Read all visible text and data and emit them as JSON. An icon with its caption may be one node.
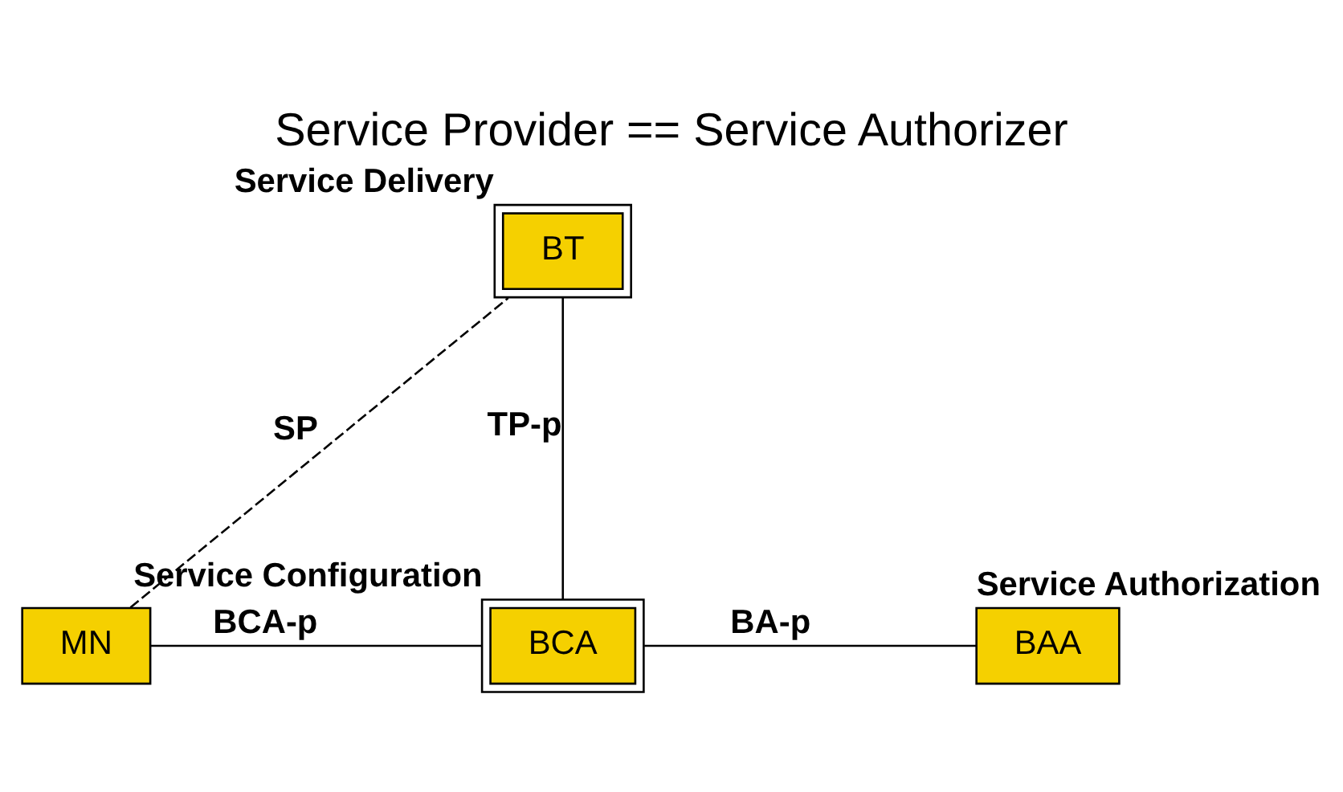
{
  "diagram": {
    "title": "Service Provider == Service Authorizer",
    "nodes": [
      {
        "text": [
          "BT"
        ],
        "beside": [
          "Service Delivery"
        ]
      },
      {
        "text": [
          "MN"
        ]
      },
      {
        "text": [
          "BCA"
        ],
        "beside": [
          "Service Configuration"
        ]
      },
      {
        "text": [
          "BAA"
        ],
        "beside": [
          "Service Authorization"
        ]
      }
    ],
    "edges": [
      {
        "from": 1,
        "to": 0,
        "arrow": "none",
        "label": "SP",
        "style": "dashed"
      },
      {
        "from": 0,
        "to": 2,
        "arrow": "none",
        "label": "TP-p"
      },
      {
        "from": 1,
        "to": 2,
        "arrow": "none",
        "label": "BCA-p"
      },
      {
        "from": 2,
        "to": 3,
        "arrow": "none",
        "label": "BA-p"
      }
    ]
  }
}
